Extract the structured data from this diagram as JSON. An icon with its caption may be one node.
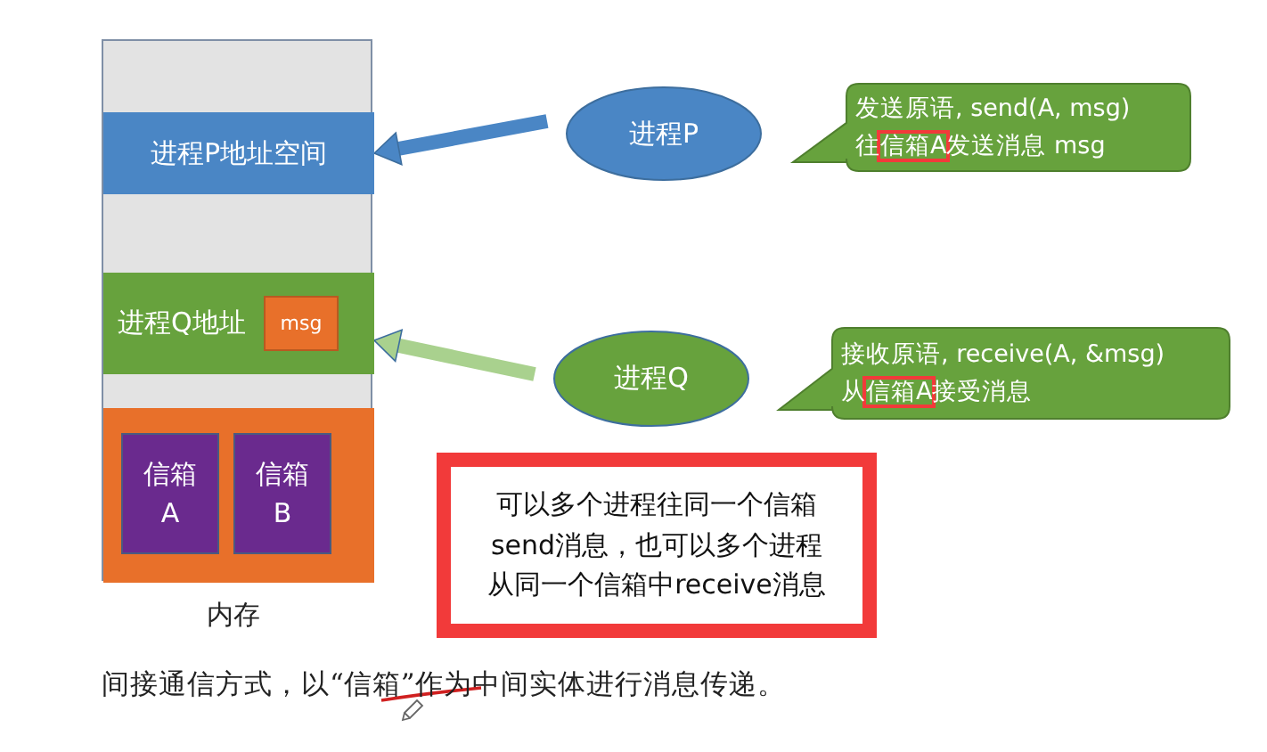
{
  "diagram": {
    "caption": "间接通信方式，以“信箱”作为中间实体进行消息传递。",
    "nodes": [
      {
        "text": [],
        "shape": "box",
        "beside": [
          "内存"
        ]
      },
      {
        "text": [
          "进程P地址空间"
        ],
        "in": 0
      },
      {
        "text": [
          "进程Q地址"
        ],
        "in": 0
      },
      {
        "text": [
          "msg"
        ],
        "in": 2
      },
      {
        "text": [],
        "shape": "box",
        "in": 0
      },
      {
        "text": [
          "信箱 A"
        ],
        "in": 4
      },
      {
        "text": [
          "信箱 B"
        ],
        "in": 4
      },
      {
        "text": [
          "进程P"
        ]
      },
      {
        "text": [
          "进程Q"
        ]
      },
      {
        "text": [
          "发送原语, send(A, msg)往信箱A发送消息 msg"
        ]
      },
      {
        "text": [
          "接收原语, receive(A, &msg)从信箱A接受消息"
        ]
      },
      {
        "text": [
          "可以多个进程往同一个信箱send消息，也可以多个进程从同一个信箱中receive消息"
        ]
      }
    ],
    "edges": [
      {
        "from": 7,
        "to": 1,
        "arrow": "to",
        "color": "#4a86c5"
      },
      {
        "from": 8,
        "to": 2,
        "arrow": "to",
        "color": "#a9d18e"
      }
    ]
  }
}
